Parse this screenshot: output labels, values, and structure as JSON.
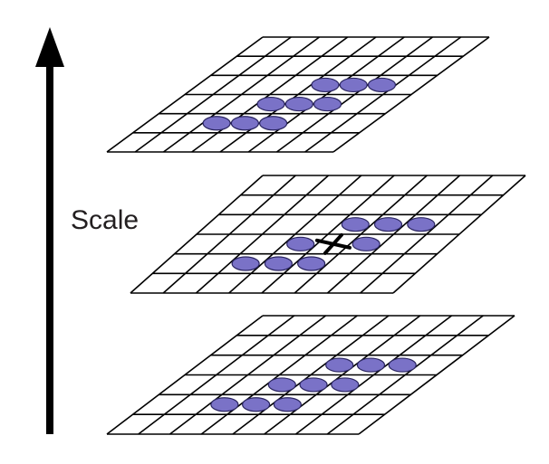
{
  "axis_label": "Scale",
  "colors": {
    "line": "#000000",
    "dot_fill": "#7a72c7",
    "dot_stroke": "#2a2560",
    "marker": "#000000",
    "text": "#231f20"
  },
  "grid": {
    "rows": 6,
    "cols": 8
  },
  "layers": [
    {
      "name": "upper-scale-layer",
      "samples": [
        [
          4,
          2
        ],
        [
          5,
          2
        ],
        [
          6,
          2
        ],
        [
          3,
          3
        ],
        [
          4,
          3
        ],
        [
          5,
          3
        ],
        [
          2,
          4
        ],
        [
          3,
          4
        ],
        [
          4,
          4
        ]
      ],
      "center_marker": false
    },
    {
      "name": "current-scale-layer",
      "samples": [
        [
          4,
          2
        ],
        [
          5,
          2
        ],
        [
          6,
          2
        ],
        [
          3,
          3
        ],
        [
          5,
          3
        ],
        [
          2,
          4
        ],
        [
          3,
          4
        ],
        [
          4,
          4
        ]
      ],
      "center_marker": true,
      "center_cell": [
        4,
        3
      ]
    },
    {
      "name": "lower-scale-layer",
      "samples": [
        [
          4,
          2
        ],
        [
          5,
          2
        ],
        [
          6,
          2
        ],
        [
          3,
          3
        ],
        [
          4,
          3
        ],
        [
          5,
          3
        ],
        [
          2,
          4
        ],
        [
          3,
          4
        ],
        [
          4,
          4
        ]
      ],
      "center_marker": false
    }
  ]
}
